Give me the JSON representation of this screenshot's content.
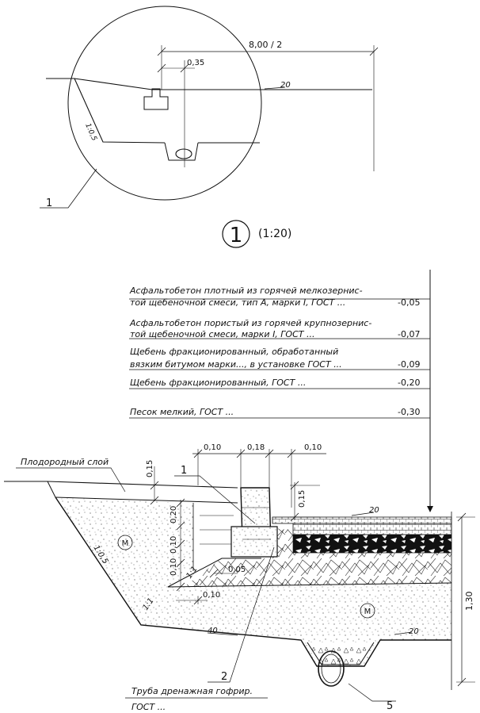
{
  "detail": {
    "callout_number": "1",
    "scale_label": "(1:20)",
    "dim_width": "8,00 / 2",
    "dim_offset": "0,35",
    "slope_top": "20",
    "slope_left": "1:0,5"
  },
  "layers": [
    {
      "line1": "Асфальтобетон плотный из горячей мелкозернис-",
      "line2": "той щебеночной смеси, тип А, марки I, ГОСТ ...",
      "thickness": "-0,05"
    },
    {
      "line1": "Асфальтобетон пористый из горячей крупнозернис-",
      "line2": "той щебеночной смеси, марки I, ГОСТ ...",
      "thickness": "-0,07"
    },
    {
      "line1": "Щебень фракционированный, обработанный",
      "line2": "вязким битумом марки..., в установке ГОСТ ...",
      "thickness": "-0,09"
    },
    {
      "line1": "",
      "line2": "Щебень фракционированный, ГОСТ ...",
      "thickness": "-0,20"
    },
    {
      "line1": "",
      "line2": "Песок мелкий, ГОСТ ...",
      "thickness": "-0,30"
    }
  ],
  "section": {
    "topsoil_label": "Плодородный слой",
    "dim_top": [
      "0,10",
      "0,18",
      "0,10"
    ],
    "dim_topsoil": "0,15",
    "dim_curb": "0,15",
    "dims_left": [
      "0,20",
      "0,10",
      "0,10"
    ],
    "dim_005": "0,05",
    "dim_010": "0,10",
    "slope_11": "1:1",
    "slope_11b": "1:1",
    "slope_105": "1:0,5",
    "slope_20a": "20",
    "slope_20b": "20",
    "slope_40": "40",
    "dim_total": "1,30",
    "marker_m": "М",
    "callout_1": "1",
    "callout_2": "2",
    "callout_5": "5",
    "pipe_label": "Труба дренажная гофрир.",
    "pipe_gost": "ГОСТ ..."
  }
}
